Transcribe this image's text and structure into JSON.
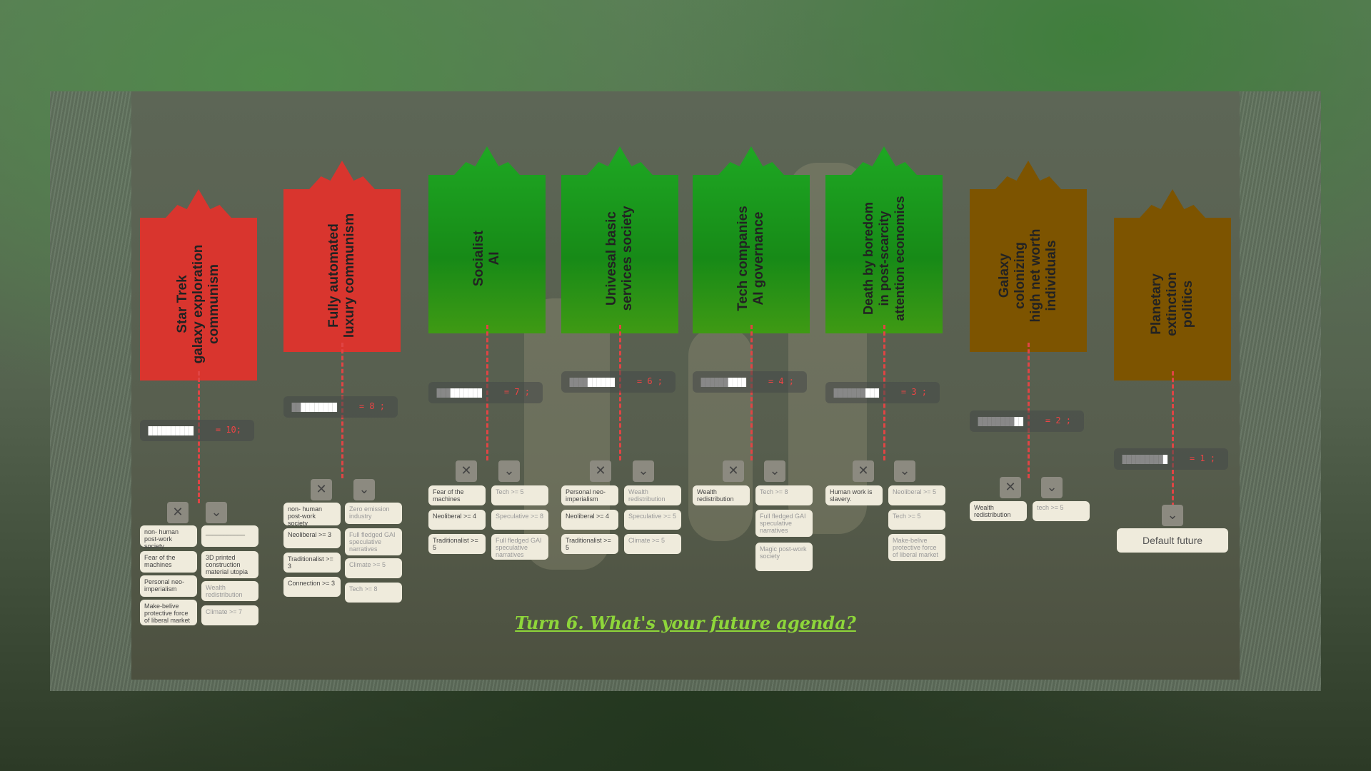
{
  "colors": {
    "red": "#d9352e",
    "green": "#178a17",
    "brown": "#7d5400",
    "turn_text": "#8ed63a"
  },
  "futures": [
    {
      "title": "Star Trek\ngalaxy exploration\ncommunism",
      "meter_text": "= 10;",
      "cards_left": [
        "non- human post-work society",
        "Fear of the machines",
        "Personal neo-imperialism",
        "Make-belive protective force of liberal market"
      ],
      "cards_right": [
        "___________",
        "3D printed construction material utopia",
        "Wealth redistribution",
        "Climate >= 7"
      ]
    },
    {
      "title": "Fully automated\nluxury communism",
      "meter_text": "= 8 ;",
      "cards_left": [
        "non- human post-work society",
        "Neoliberal >= 3",
        "Traditionalist >= 3",
        "Connection >= 3"
      ],
      "cards_right": [
        "Zero emission industry",
        "Full fledged GAI speculative narratives",
        "Climate >= 5",
        "Tech >= 8"
      ]
    },
    {
      "title": "Socialist\nAI",
      "meter_text": "= 7 ;",
      "cards_left": [
        "Fear of the machines",
        "Neoliberal >= 4",
        "Traditionalist >= 5"
      ],
      "cards_right": [
        "Tech >= 5",
        "Speculative >= 8",
        "Full fledged GAI speculative narratives"
      ]
    },
    {
      "title": "Univesal basic\nservices society",
      "meter_text": "= 6 ;",
      "cards_left": [
        "Personal neo-imperialism",
        "Neoliberal >= 4",
        "Traditionalist >= 5"
      ],
      "cards_right": [
        "Wealth redistribution",
        "Speculative >= 5",
        "Climate >= 5"
      ]
    },
    {
      "title": "Tech companies\nAI governance",
      "meter_text": "= 4 ;",
      "cards_left": [
        "Wealth redistribution"
      ],
      "cards_right": [
        "Tech >= 8",
        "Full fledged GAI speculative narratives",
        "Magic post-work society"
      ]
    },
    {
      "title": "Death by boredom\nin post-scarcity\nattention economics",
      "meter_text": "= 3 ;",
      "cards_left": [
        "Human work is slavery."
      ],
      "cards_right": [
        "Neoliberal >= 5",
        "Tech >= 5",
        "Make-belive protective force of liberal market"
      ]
    },
    {
      "title": "Galaxy\ncolonizing\nhigh net worth\nindividuals",
      "meter_text": "= 2 ;",
      "cards_left": [
        "Wealth redistribution"
      ],
      "cards_right": [
        "tech >= 5"
      ]
    },
    {
      "title": "Planetary\nextinction\npolitics",
      "meter_text": "= 1 ;",
      "default_label": "Default future"
    }
  ],
  "icons": {
    "close": "close-icon",
    "chevron": "chevron-down-icon",
    "person": "person-icon"
  },
  "turn_text": "Turn 6. What's your future agenda?"
}
